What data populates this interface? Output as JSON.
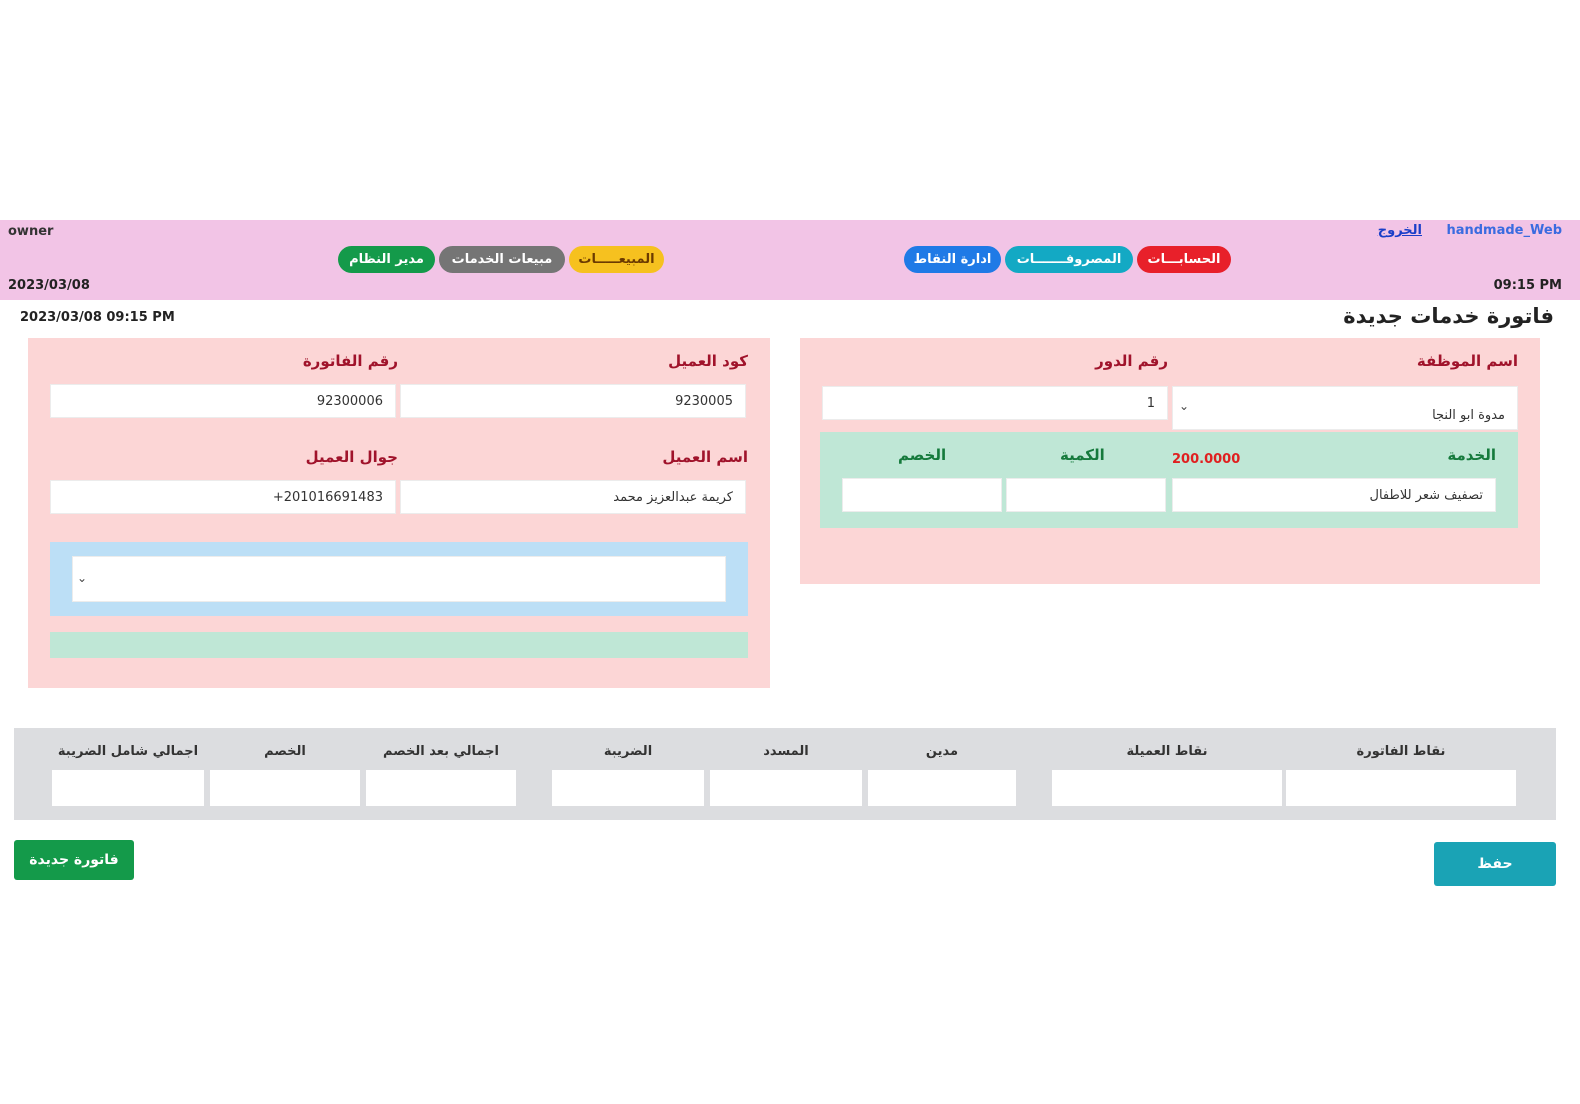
{
  "header": {
    "user": "owner",
    "date": "2023/03/08",
    "time": "09:15 PM",
    "app_name": "handmade_Web",
    "logout": "الخروج",
    "nav": {
      "accounts": "الحسابـــات",
      "expenses": "المصروفـــــــات",
      "points": "ادارة النقاط",
      "sales": "المبيعـــــات",
      "service_sales": "مبيعات الخدمات",
      "admin": "مدير النظام"
    },
    "colors": {
      "bar": "#f2c4e6",
      "accounts": "#e8202a",
      "expenses": "#13a9c4",
      "points": "#1f7ae6",
      "sales": "#f6c11f",
      "service_sales": "#757575",
      "admin": "#149a4a"
    }
  },
  "page": {
    "title": "فاتورة خدمات جديدة",
    "datetime": "2023/03/08  09:15 PM"
  },
  "employee_panel": {
    "employee_label": "اسم الموظفة",
    "employee_value": "مدوة ابو النجا",
    "turn_label": "رقم الدور",
    "turn_value": "1",
    "service_label": "الخدمة",
    "service_price": "200.0000",
    "quantity_label": "الكمية",
    "discount_label": "الخصم",
    "service_value": "تصفيف شعر للاطفال",
    "quantity_value": "",
    "discount_value": ""
  },
  "customer_panel": {
    "customer_code_label": "كود العميل",
    "customer_code_value": "9230005",
    "invoice_number_label": "رقم الفاتورة",
    "invoice_number_value": "92300006",
    "customer_name_label": "اسم العميل",
    "customer_name_value": "كريمة عبدالعزيز محمد",
    "customer_mobile_label": "جوال العميل",
    "customer_mobile_value": "+201016691483",
    "dropdown_value": ""
  },
  "totals": {
    "invoice_points": "نقاط الفاتورة",
    "customer_points": "نقاط العميلة",
    "debtor": "مدين",
    "paid": "المسدد",
    "tax": "الضريبة",
    "total_after_discount": "اجمالي بعد الخصم",
    "discount": "الخصم",
    "total_with_tax": "اجمالي شامل الضريبة"
  },
  "actions": {
    "save": "حفظ",
    "new_invoice": "فاتورة جديدة"
  }
}
